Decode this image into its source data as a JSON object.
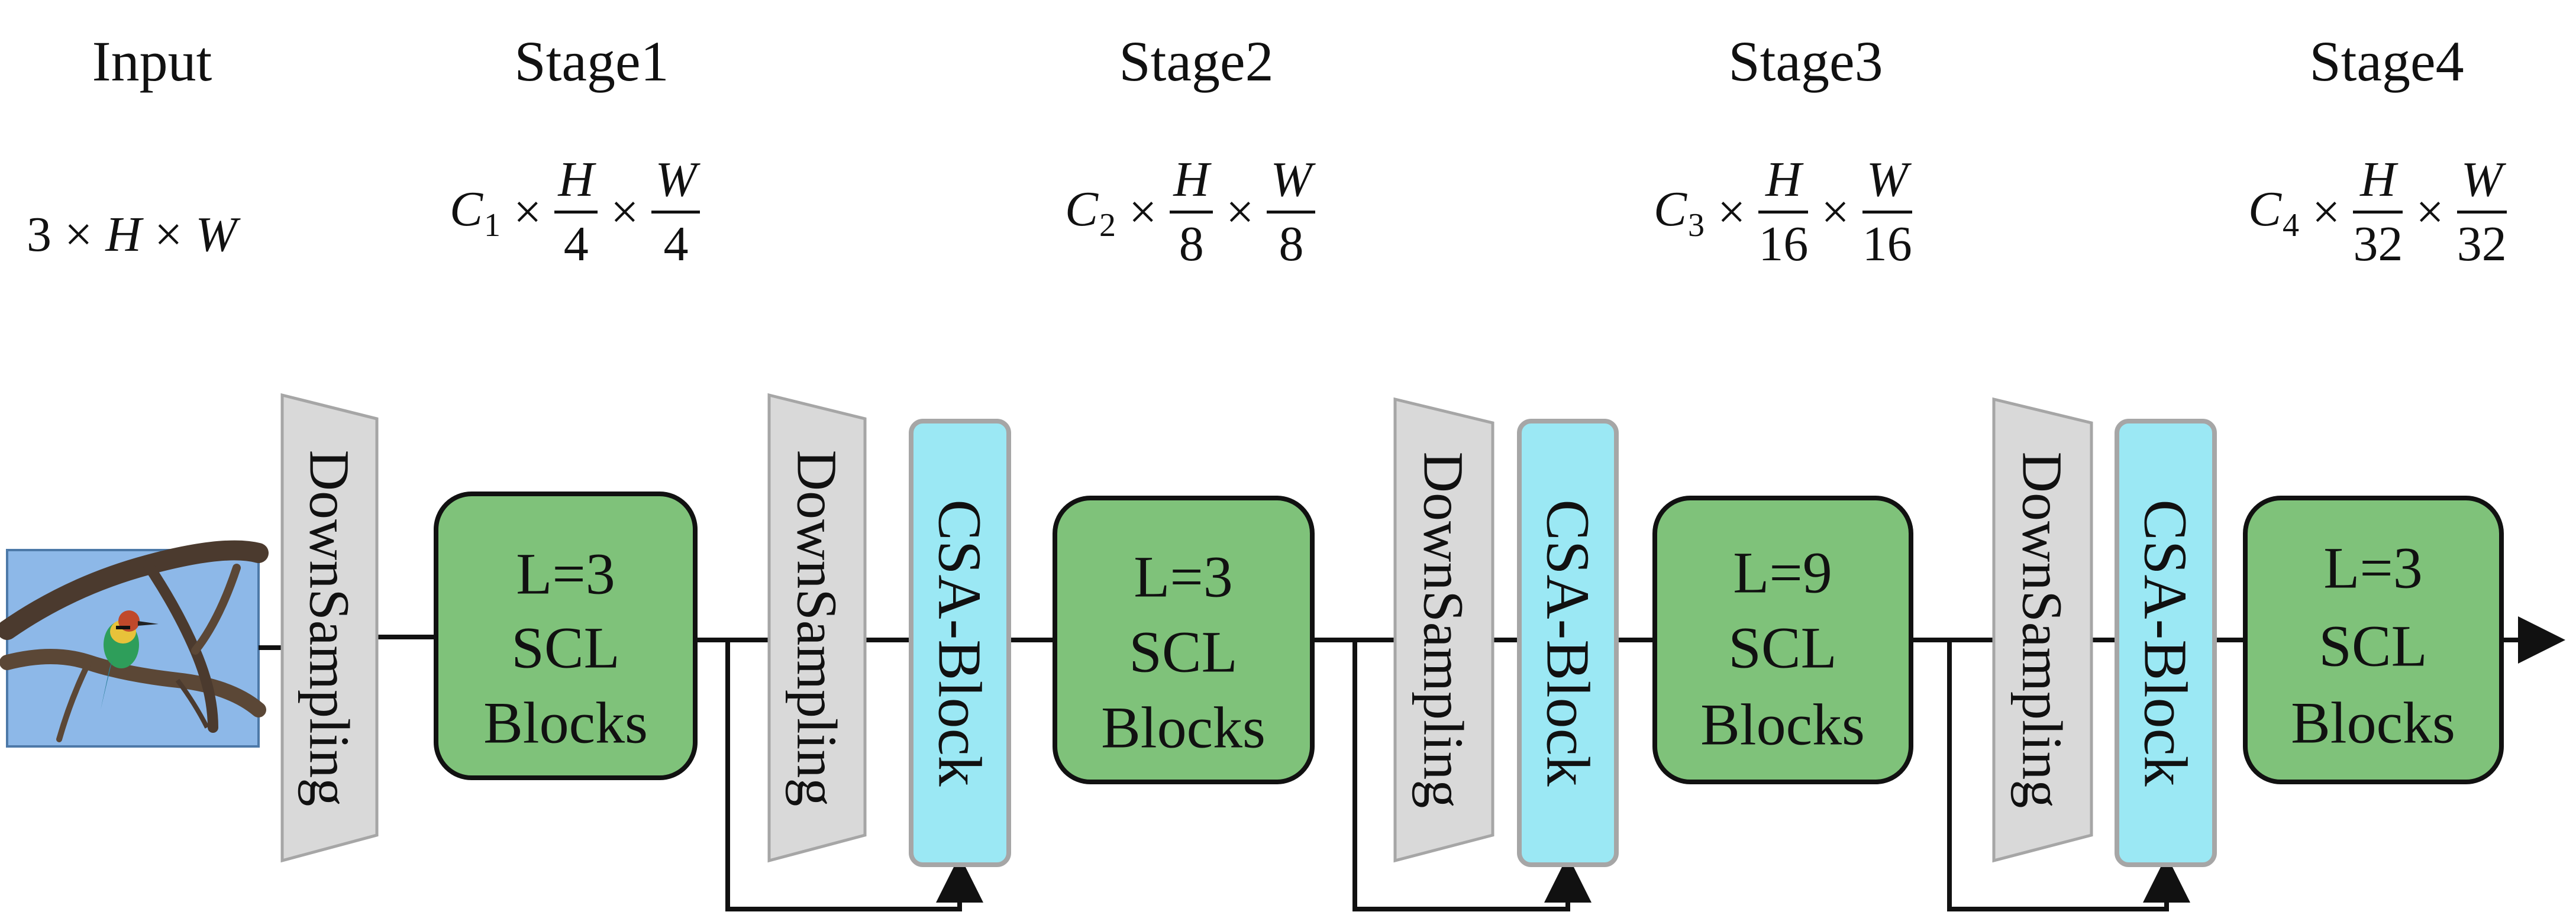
{
  "headers": {
    "input": "Input",
    "stage1": "Stage1",
    "stage2": "Stage2",
    "stage3": "Stage3",
    "stage4": "Stage4"
  },
  "dims": {
    "input": {
      "a": "3",
      "b": "H",
      "c": "W",
      "op": "×"
    },
    "stage1": {
      "c": "C",
      "sub": "1",
      "num1": "H",
      "den1": "4",
      "num2": "W",
      "den2": "4",
      "op": "×"
    },
    "stage2": {
      "c": "C",
      "sub": "2",
      "num1": "H",
      "den1": "8",
      "num2": "W",
      "den2": "8",
      "op": "×"
    },
    "stage3": {
      "c": "C",
      "sub": "3",
      "num1": "H",
      "den1": "16",
      "num2": "W",
      "den2": "16",
      "op": "×"
    },
    "stage4": {
      "c": "C",
      "sub": "4",
      "num1": "H",
      "den1": "32",
      "num2": "W",
      "den2": "32",
      "op": "×"
    }
  },
  "blocks": {
    "downsampling": "DownSampling",
    "csa": "CSA-Block",
    "scl1": {
      "l": "L=3",
      "line2": "SCL",
      "line3": "Blocks"
    },
    "scl2": {
      "l": "L=3",
      "line2": "SCL",
      "line3": "Blocks"
    },
    "scl3": {
      "l": "L=9",
      "line2": "SCL",
      "line3": "Blocks"
    },
    "scl4": {
      "l": "L=3",
      "line2": "SCL",
      "line3": "Blocks"
    }
  },
  "colors": {
    "scl_fill": "#7fc27a",
    "csa_fill": "#9be8f4",
    "down_fill": "#d9d9d9",
    "sky": "#8db8e8"
  }
}
